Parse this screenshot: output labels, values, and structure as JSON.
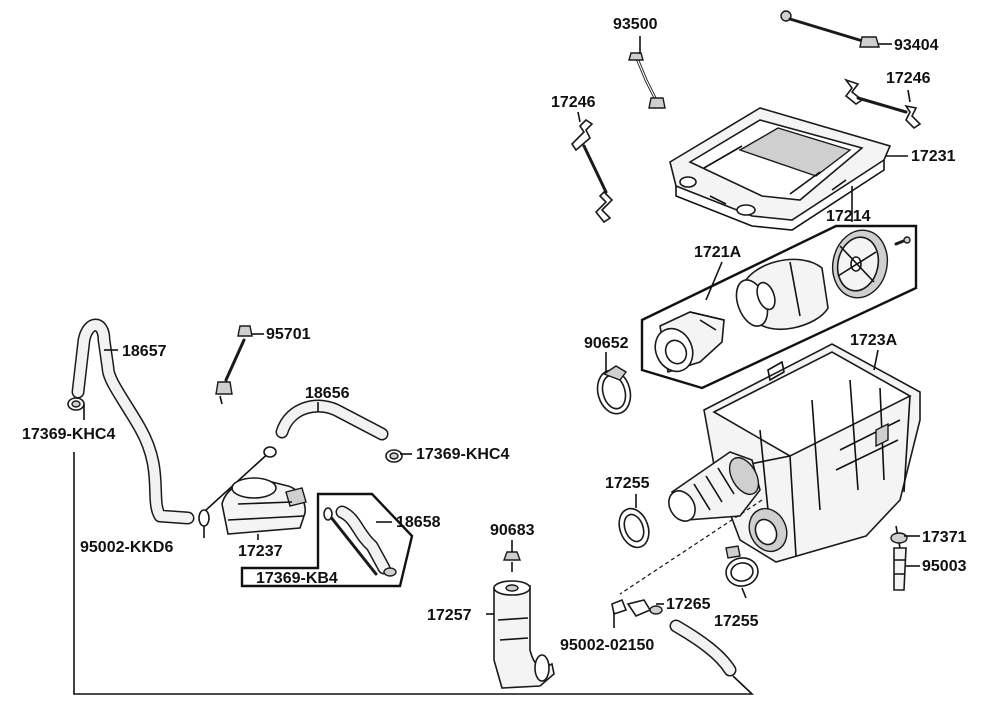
{
  "diagram": {
    "parts": [
      {
        "id": "p93500",
        "text": "93500"
      },
      {
        "id": "p93404",
        "text": "93404"
      },
      {
        "id": "p17246a",
        "text": "17246"
      },
      {
        "id": "p17246b",
        "text": "17246"
      },
      {
        "id": "p17231",
        "text": "17231"
      },
      {
        "id": "p17214",
        "text": "17214"
      },
      {
        "id": "p1721A",
        "text": "1721A"
      },
      {
        "id": "p90652",
        "text": "90652"
      },
      {
        "id": "p1723A",
        "text": "1723A"
      },
      {
        "id": "p18657",
        "text": "18657"
      },
      {
        "id": "p95701",
        "text": "95701"
      },
      {
        "id": "p18656",
        "text": "18656"
      },
      {
        "id": "p17369khc4a",
        "text": "17369-KHC4"
      },
      {
        "id": "p17369khc4b",
        "text": "17369-KHC4"
      },
      {
        "id": "p18658",
        "text": "18658"
      },
      {
        "id": "p95002kkd6",
        "text": "95002-KKD6"
      },
      {
        "id": "p17237",
        "text": "17237"
      },
      {
        "id": "p17369kb4",
        "text": "17369-KB4"
      },
      {
        "id": "p17255a",
        "text": "17255"
      },
      {
        "id": "p17255b",
        "text": "17255"
      },
      {
        "id": "p90683",
        "text": "90683"
      },
      {
        "id": "p17371",
        "text": "17371"
      },
      {
        "id": "p95003",
        "text": "95003"
      },
      {
        "id": "p17265",
        "text": "17265"
      },
      {
        "id": "p17257",
        "text": "17257"
      },
      {
        "id": "p9500202150",
        "text": "95002-02150"
      }
    ]
  }
}
